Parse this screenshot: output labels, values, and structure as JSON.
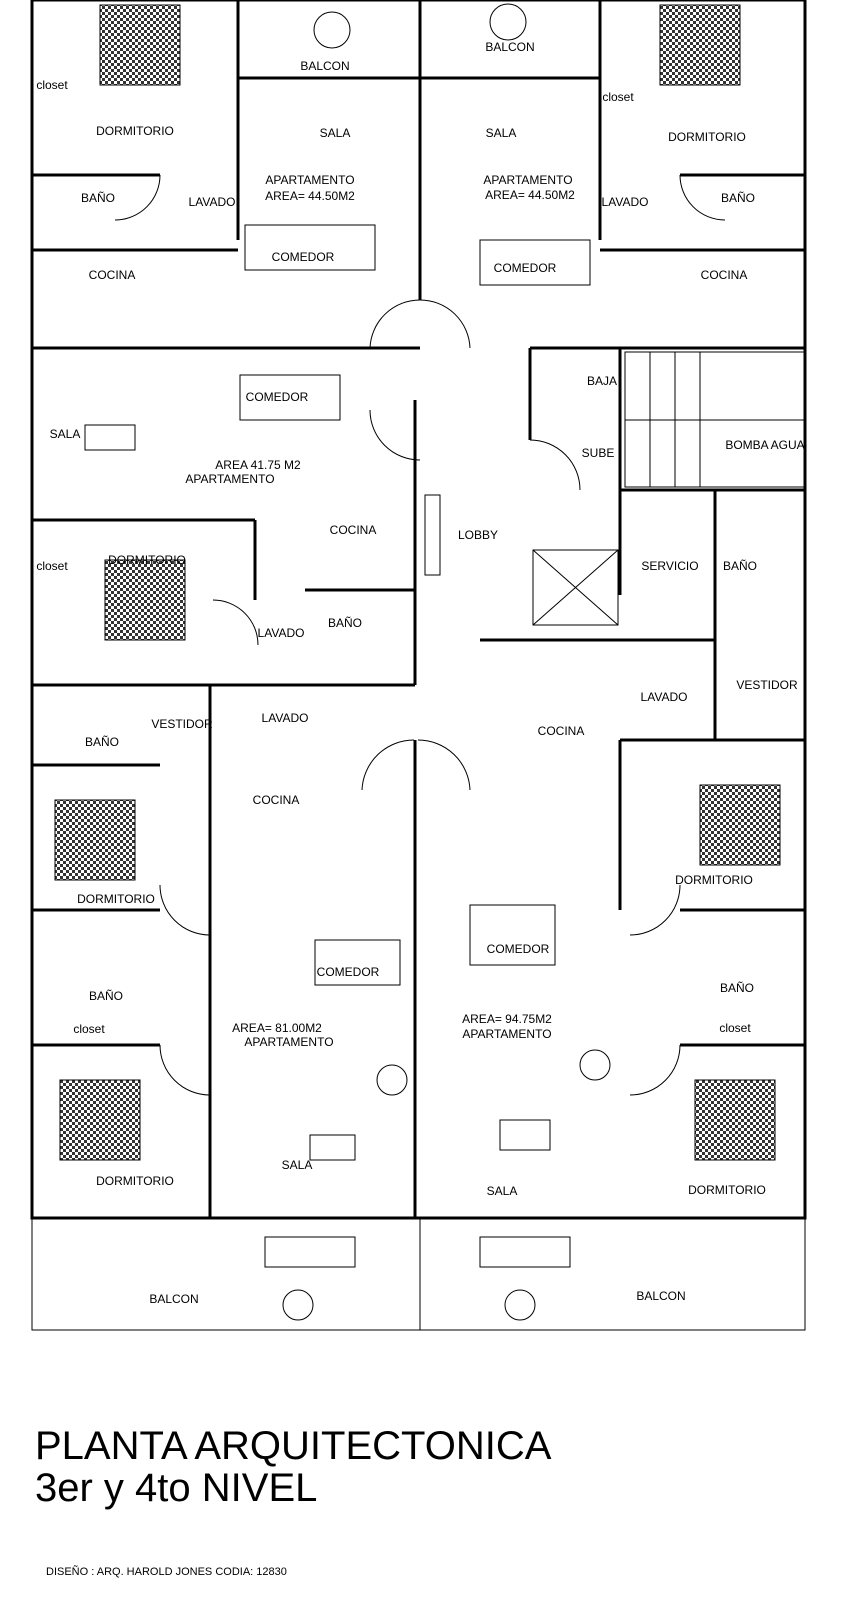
{
  "title": "PLANTA ARQUITECTONICA",
  "subtitle": "3er y 4to NIVEL",
  "credit": "DISEÑO : ARQ. HAROLD JONES CODIA: 12830",
  "labels": [
    "closet",
    "DORMITORIO",
    "BALCON",
    "SALA",
    "APARTAMENTO",
    "AREA= 44.50M2",
    "BAÑO",
    "LAVADO",
    "COMEDOR",
    "COCINA",
    "BALCON",
    "closet",
    "DORMITORIO",
    "SALA",
    "APARTAMENTO",
    "AREA= 44.50M2",
    "LAVADO",
    "BAÑO",
    "COMEDOR",
    "COCINA",
    "COMEDOR",
    "SALA",
    "AREA  41.75  M2",
    "APARTAMENTO",
    "COCINA",
    "closet",
    "DORMITORIO",
    "LAVADO",
    "BAÑO",
    "BAJA",
    "SUBE",
    "BOMBA AGUA",
    "LOBBY",
    "SERVICIO",
    "BAÑO",
    "VESTIDOR",
    "LAVADO",
    "COCINA",
    "BAÑO",
    "VESTIDOR",
    "LAVADO",
    "COCINA",
    "DORMITORIO",
    "BAÑO",
    "closet",
    "COMEDOR",
    "AREA= 81.00M2",
    "APARTAMENTO",
    "SALA",
    "DORMITORIO",
    "BALCON",
    "DORMITORIO",
    "COMEDOR",
    "BAÑO",
    "closet",
    "AREA= 94.75M2",
    "APARTAMENTO",
    "SALA",
    "DORMITORIO",
    "BALCON"
  ]
}
